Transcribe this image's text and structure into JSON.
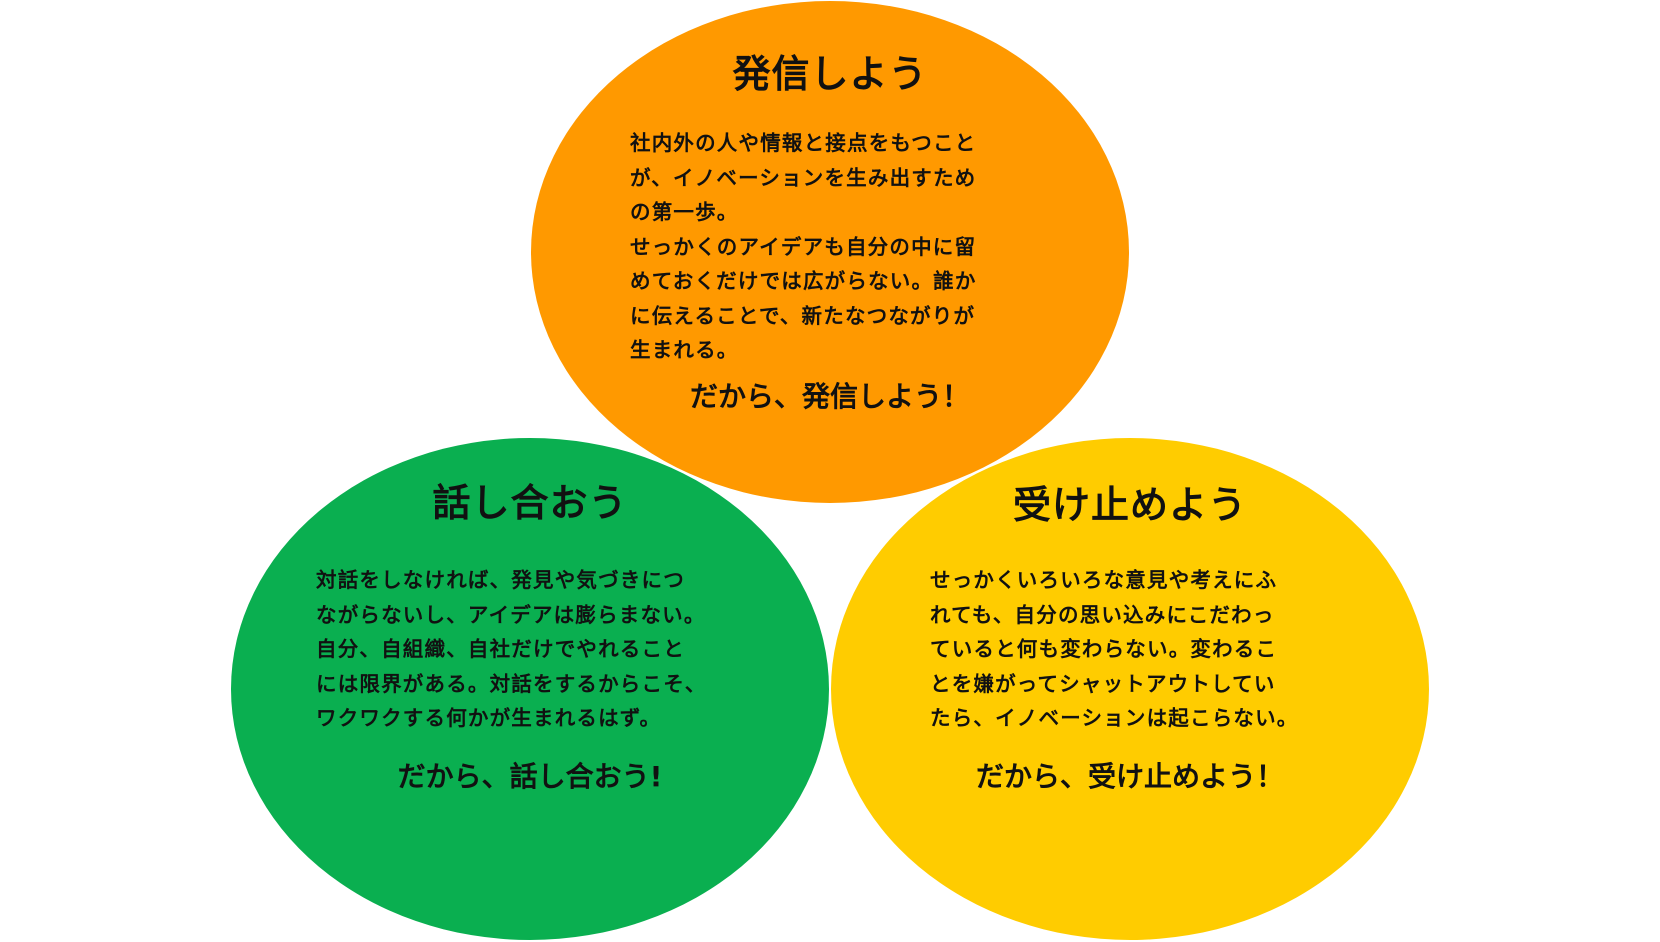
{
  "colors": {
    "orange": "#FF9900",
    "green": "#0AAF50",
    "yellow": "#FFCC00",
    "text": "#111111",
    "background": "#FFFFFF"
  },
  "circles": {
    "hasshin": {
      "title": "発信しよう",
      "body": "社内外の人や情報と接点をもつこと\nが、イノベーションを生み出すため\nの第一歩。\nせっかくのアイデアも自分の中に留\nめておくだけでは広がらない。誰か\nに伝えることで、新たなつながりが\n生まれる。",
      "closer": "だから、発信しよう！",
      "color": "#FF9900"
    },
    "hanashiau": {
      "title": "話し合おう",
      "body": "対話をしなければ、発見や気づきにつ\nながらないし、アイデアは膨らまない。\n自分、自組織、自社だけでやれること\nには限界がある。対話をするからこそ、\nワクワクする何かが生まれるはず。",
      "closer": "だから、話し合おう!",
      "color": "#0AAF50"
    },
    "uketomeru": {
      "title": "受け止めよう",
      "body": "せっかくいろいろな意見や考えにふ\nれても、自分の思い込みにこだわっ\nていると何も変わらない。変わるこ\nとを嫌がってシャットアウトしてい\nたら、イノベーションは起こらない。",
      "closer": "だから、受け止めよう！",
      "color": "#FFCC00"
    }
  }
}
